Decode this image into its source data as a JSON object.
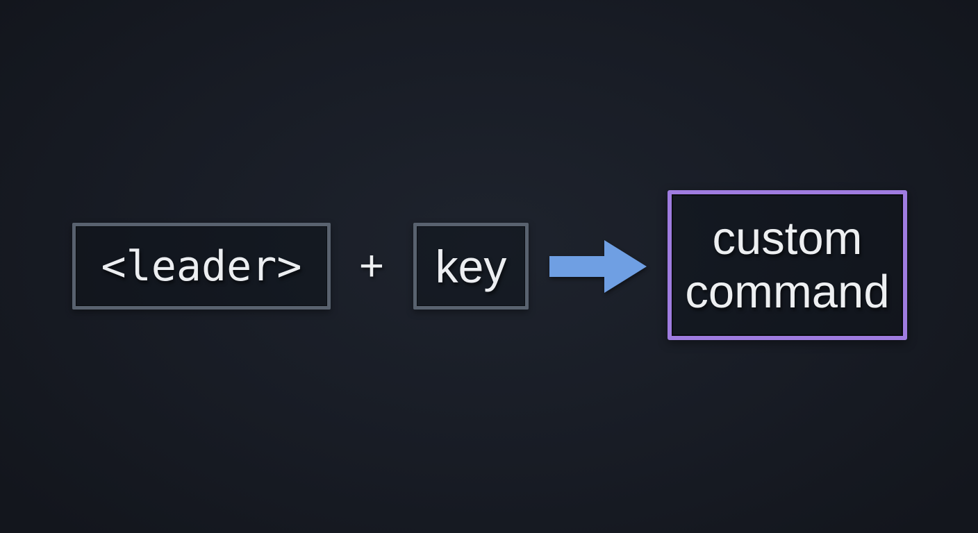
{
  "canvas": {
    "background_center_color": "#1e232d",
    "background_edge_color": "#13161d"
  },
  "diagram": {
    "text_color": "#eceef1",
    "leader_box": {
      "label": "<leader>",
      "border_color": "#59626f"
    },
    "plus_sign": "+",
    "key_box": {
      "label": "key",
      "border_color": "#59626f"
    },
    "arrow": {
      "icon": "right-arrow-icon",
      "color": "#6f9fe3",
      "direction": "right"
    },
    "result_box": {
      "line1": "custom",
      "line2": "command",
      "border_color": "#9f7ce0"
    }
  }
}
